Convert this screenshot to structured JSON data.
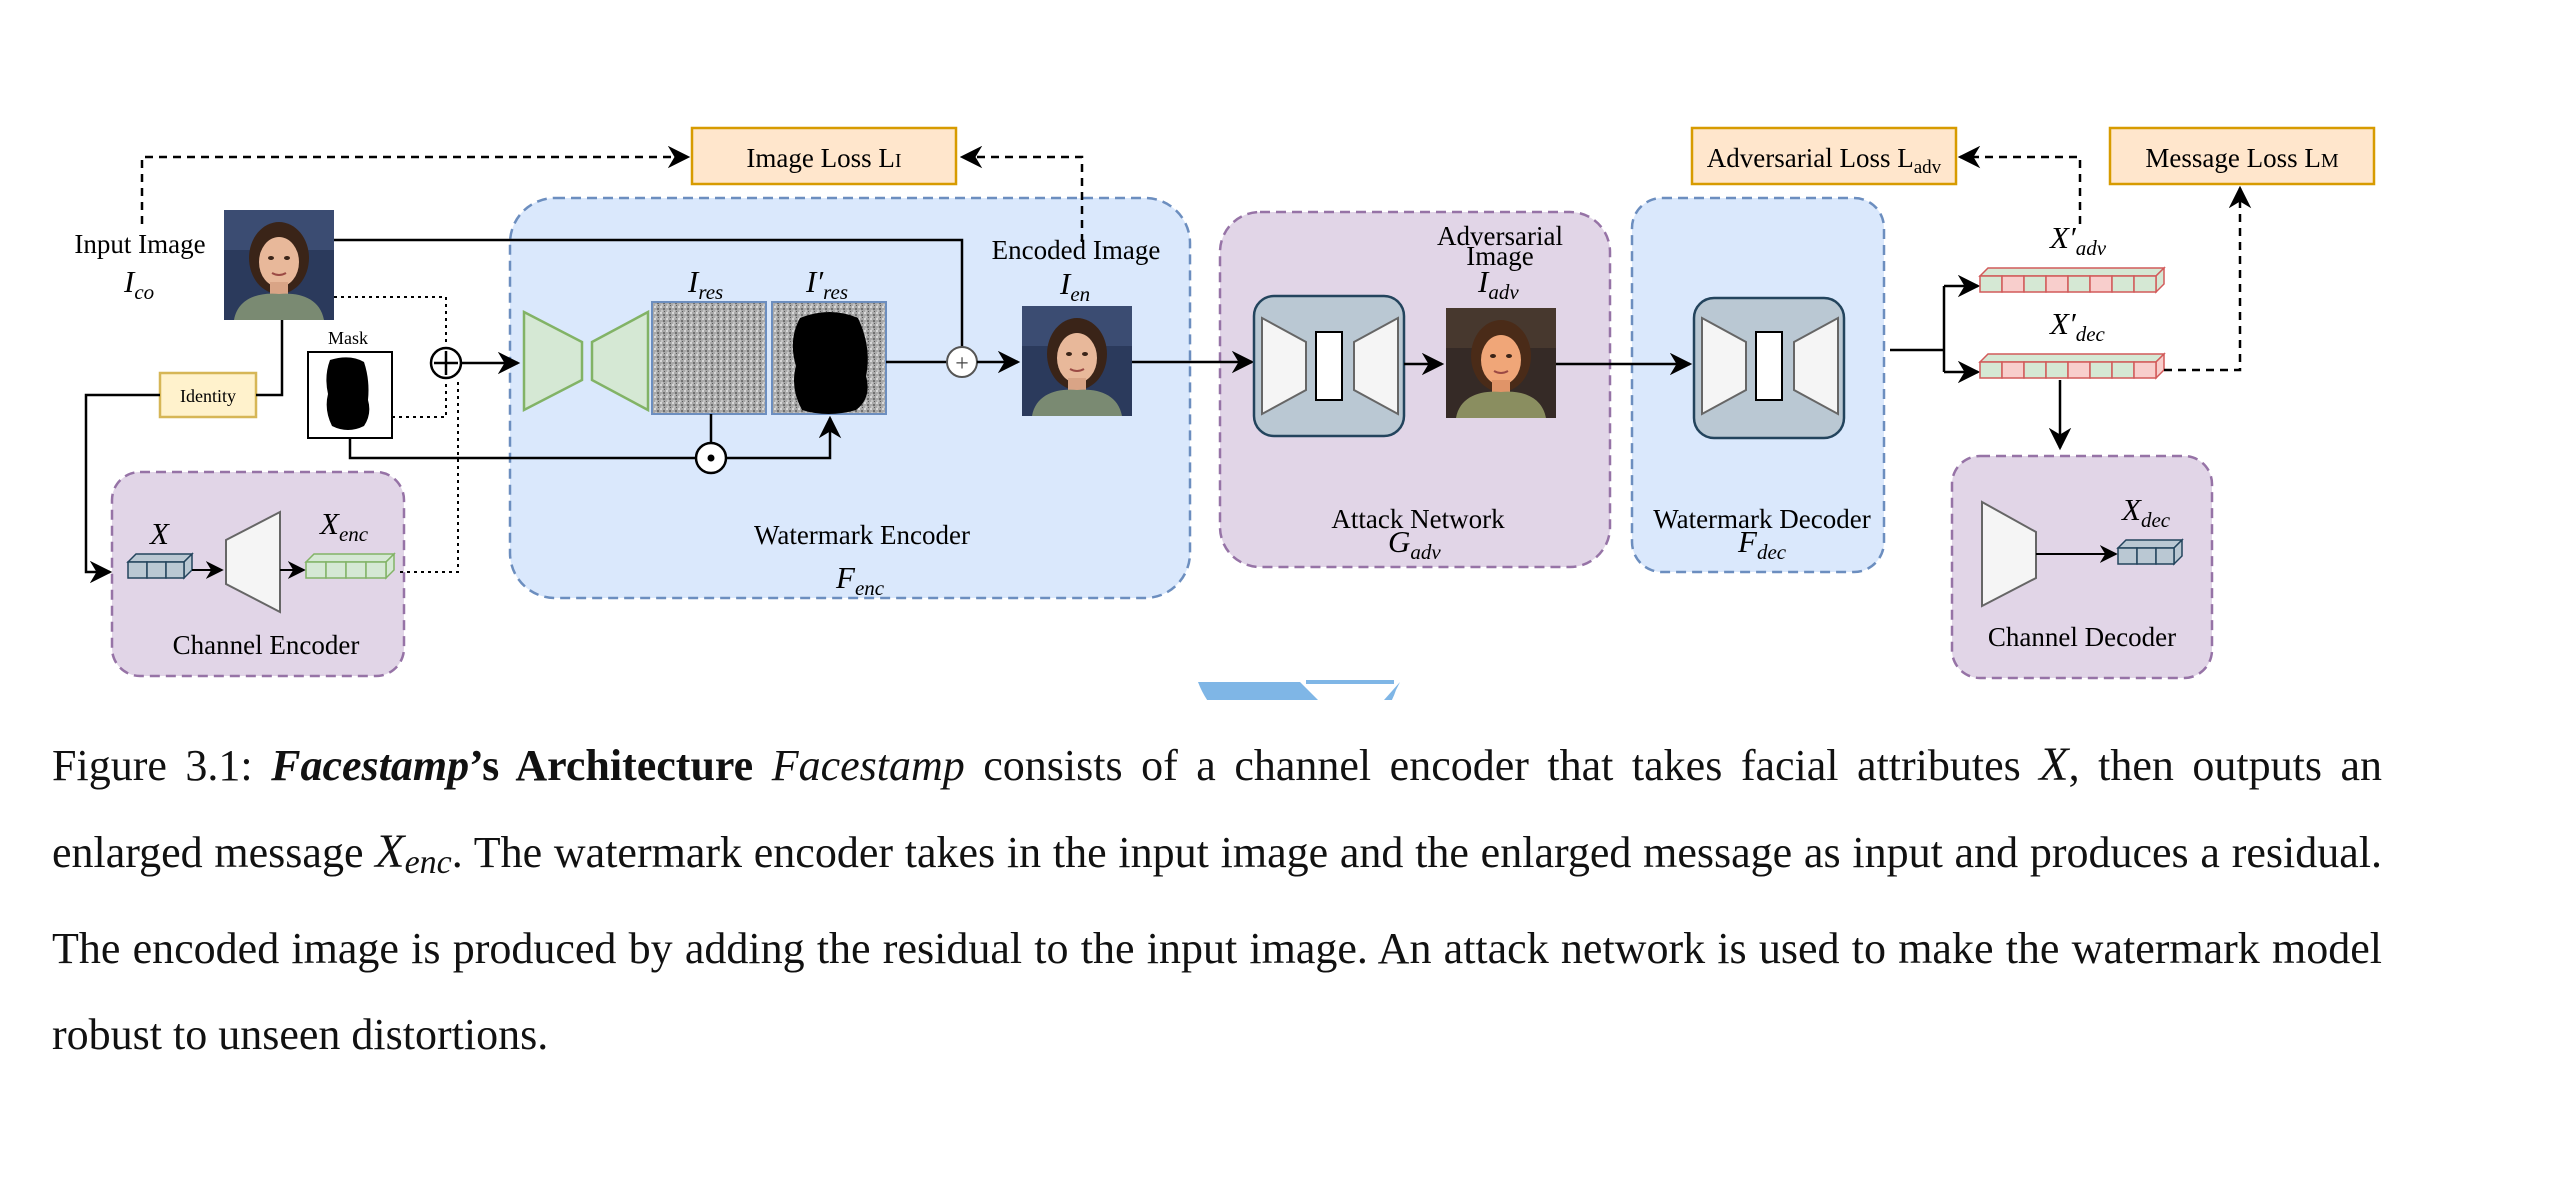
{
  "labels": {
    "input_image": "Input Image",
    "i_co": "I",
    "i_co_sub": "co",
    "mask": "Mask",
    "identity": "Identity",
    "image_loss": "Image Loss L",
    "image_loss_sub": "I",
    "i_res": "I",
    "i_res_sub": "res",
    "i_res_prime": "I′",
    "i_res_prime_sub": "res",
    "encoded_image": "Encoded Image",
    "i_en": "I",
    "i_en_sub": "en",
    "watermark_encoder": "Watermark Encoder",
    "f_enc": "F",
    "f_enc_sub": "enc",
    "x": "X",
    "x_enc": "X",
    "x_enc_sub": "enc",
    "channel_encoder": "Channel Encoder",
    "adversarial_image_1": "Adversarial",
    "adversarial_image_2": "Image",
    "i_adv": "I",
    "i_adv_sub": "adv",
    "attack_network": "Attack Network",
    "g_adv": "G",
    "g_adv_sub": "adv",
    "watermark_decoder": "Watermark Decoder",
    "f_dec": "F",
    "f_dec_sub": "dec",
    "adversarial_loss": "Adversarial Loss L",
    "adversarial_loss_sub": "adv",
    "message_loss": "Message Loss L",
    "message_loss_sub": "M",
    "x_adv_prime": "X′",
    "x_adv_prime_sub": "adv",
    "x_dec_prime": "X′",
    "x_dec_prime_sub": "dec",
    "x_dec": "X",
    "x_dec_sub": "dec",
    "channel_decoder": "Channel Decoder",
    "plus": "+"
  },
  "caption": {
    "fig_label": "Figure 3.1: ",
    "bold_italic": "Facestamp",
    "bold_rest": "’s Architecture",
    "italic_name": "Facestamp",
    "t1": " consists of a channel encoder that takes facial attributes ",
    "m1": "X",
    "t2": ", then outputs an enlarged message ",
    "m2": "X",
    "m2_sub": "enc",
    "t3": ". The watermark encoder takes in the input image and the enlarged message as input and produces a residual. The encoded image is produced by adding the residual to the input image. An attack network is used to make the watermark model robust to unseen distortions."
  },
  "colors": {
    "blue_panel": "#dae8fc",
    "blue_border": "#6c8ebf",
    "purple_panel": "#e1d5e7",
    "purple_border": "#9673a6",
    "loss_fill": "#ffe6cc",
    "loss_border": "#d79b00",
    "identity_fill": "#fff2cc",
    "identity_border": "#d6b656",
    "green_trap": "#d5e8d4",
    "green_trap_border": "#82b366",
    "red_cell": "#f8cecc",
    "dark_cell": "#bac8d3",
    "watermark_blob": "#7fb6e6"
  }
}
